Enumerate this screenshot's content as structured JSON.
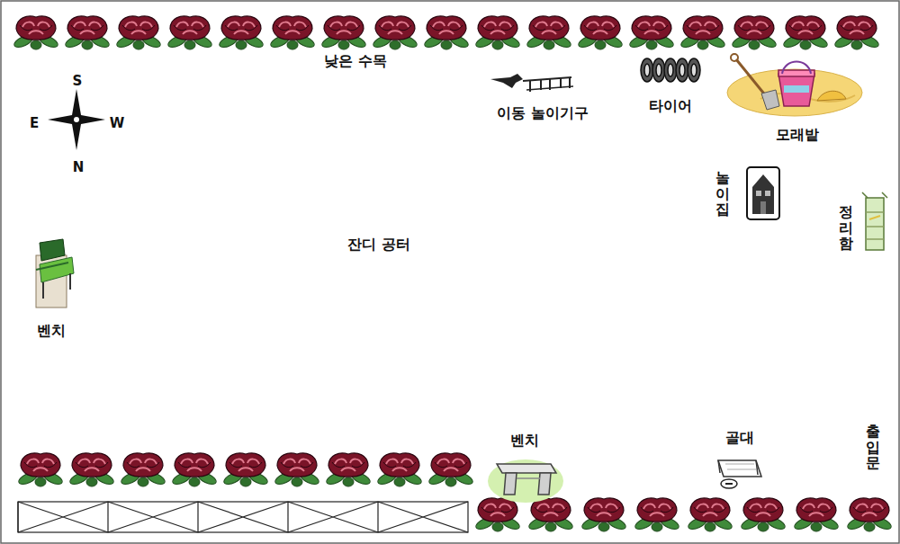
{
  "diagram": {
    "labels": [
      "낮은 수목",
      "S",
      "E",
      "W",
      "N",
      "이동 놀이기구",
      "타이어",
      "모래밭",
      "놀이집",
      "정리함",
      "잔디 공터",
      "벤치",
      "벤치",
      "골대",
      "출입문"
    ]
  }
}
